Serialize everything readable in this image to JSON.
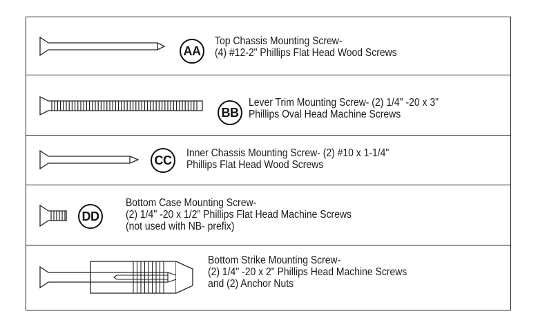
{
  "items": [
    {
      "label": "AA",
      "lines": [
        "Top Chassis Mounting Screw-",
        "(4) #12-2\" Phillips Flat Head Wood Screws"
      ]
    },
    {
      "label": "BB",
      "lines": [
        "Lever Trim Mounting Screw- (2) 1/4\" -20 x 3\"",
        "Phillips Oval Head Machine Screws"
      ]
    },
    {
      "label": "CC",
      "lines": [
        "Inner Chassis Mounting Screw- (2) #10 x 1-1/4\"",
        "Phillips Flat Head Wood Screws"
      ]
    },
    {
      "label": "DD",
      "lines": [
        "Bottom Case Mounting Screw-",
        "(2) 1/4\" -20 x 1/2\" Phillips Flat Head Machine Screws",
        "(not used with NB- prefix)"
      ]
    },
    {
      "label": "",
      "lines": [
        "Bottom Strike Mounting Screw-",
        "(2) 1/4\" -20 x 2\" Phillips Head Machine Screws",
        "and (2) Anchor Nuts"
      ]
    }
  ]
}
